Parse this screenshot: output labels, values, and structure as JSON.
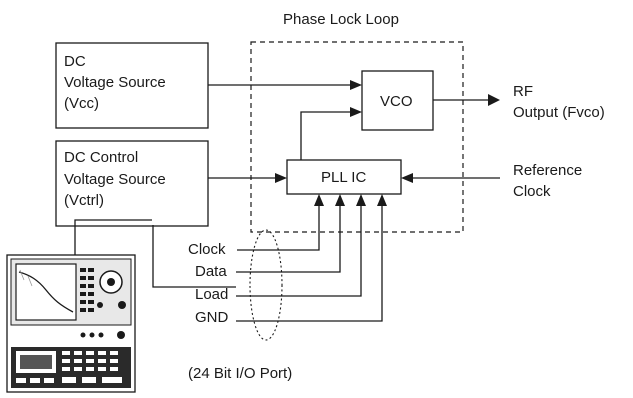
{
  "pll_title": "Phase Lock Loop",
  "dc_source": {
    "line1": "DC",
    "line2": "Voltage Source",
    "line3": "(Vcc)"
  },
  "dc_control": {
    "line1": "DC Control",
    "line2": "Voltage Source",
    "line3": "(Vctrl)"
  },
  "vco_label": "VCO",
  "pll_ic_label": "PLL IC",
  "rf_output": {
    "line1": "RF",
    "line2": "Output (Fvco)"
  },
  "reference": {
    "line1": "Reference",
    "line2": "Clock"
  },
  "io_lines": [
    "Clock",
    "Data",
    "Load",
    "GND"
  ],
  "io_port_label": "(24 Bit I/O Port)",
  "instrument_icon": "signal-analyzer-instrument-icon"
}
